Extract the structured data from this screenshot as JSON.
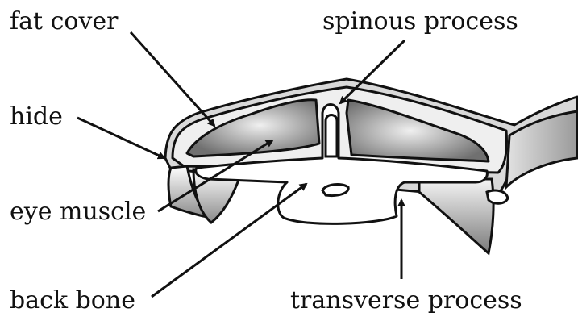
{
  "labels": {
    "fat_cover": "fat cover",
    "spinous_process": "spinous process",
    "hide": "hide",
    "eye_muscle": "eye muscle",
    "back_bone": "back bone",
    "transverse_process": "transverse process"
  },
  "colors": {
    "line": "#111111",
    "fat": "#eeeeee",
    "hide": "#d7d7d7",
    "muscle_dark": "#6f6f6f",
    "muscle_light": "#f0f0f0",
    "bone": "#ffffff"
  }
}
